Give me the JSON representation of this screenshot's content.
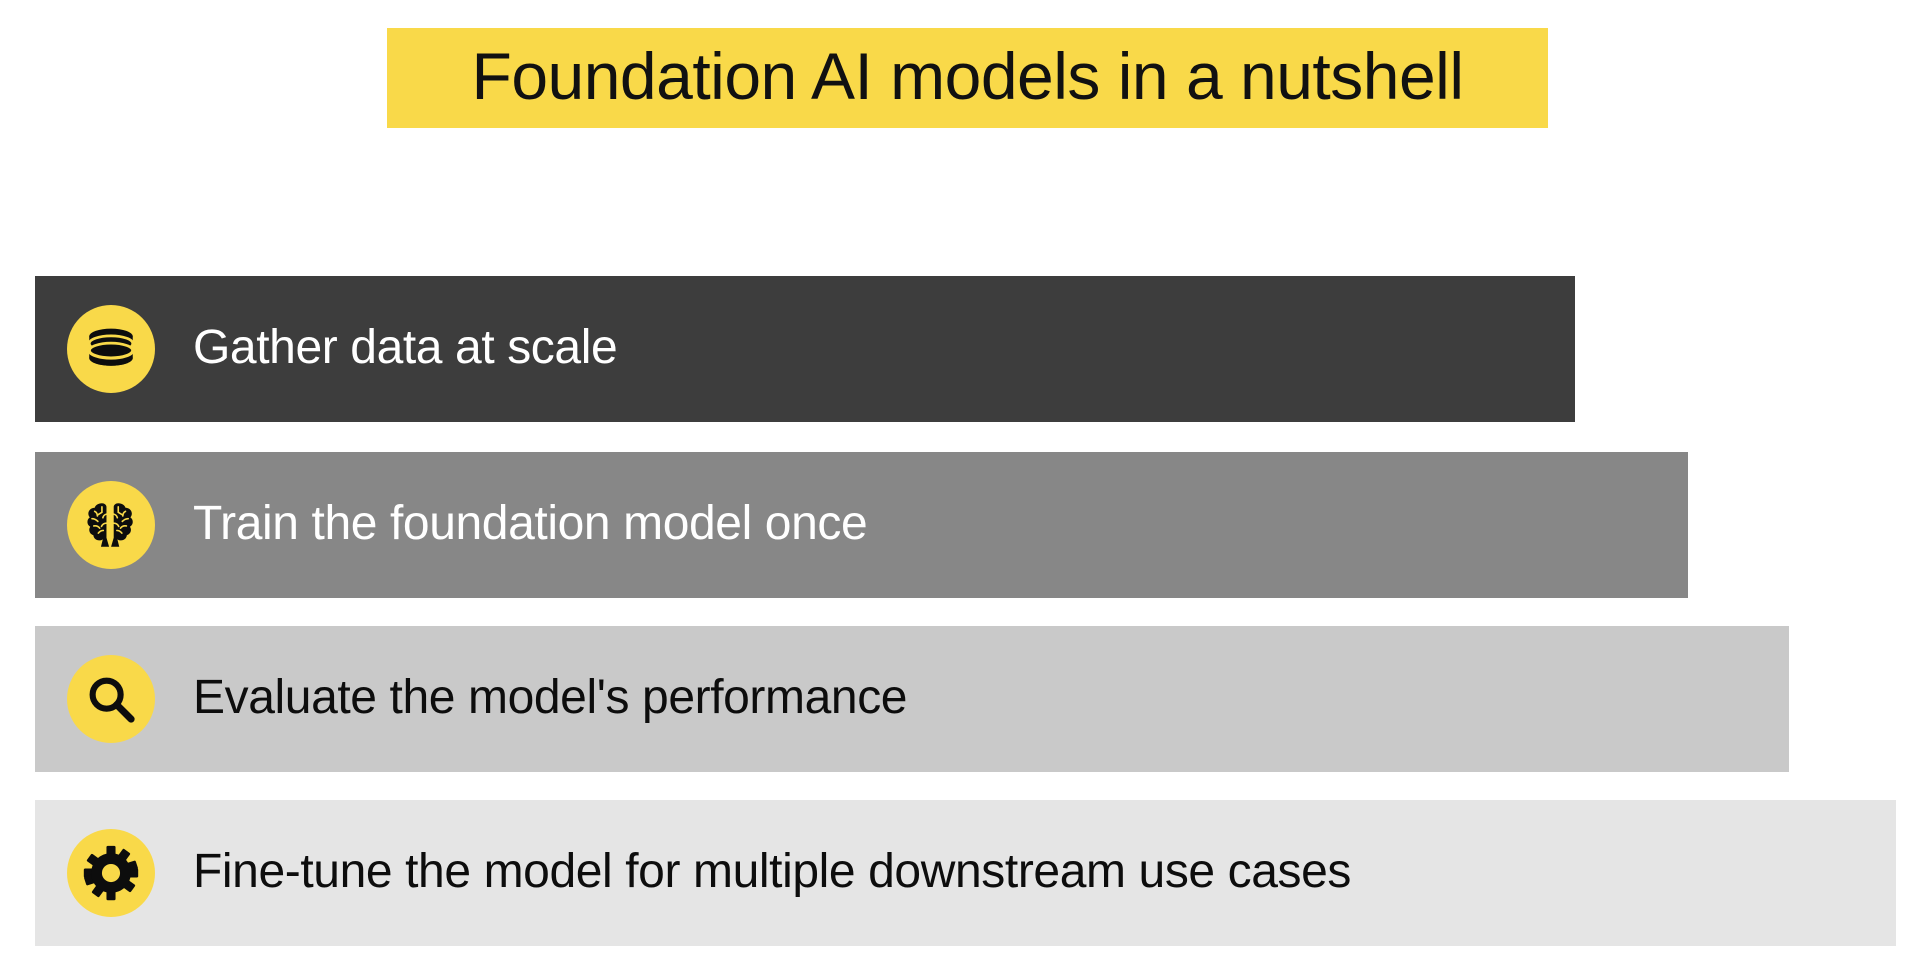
{
  "slide": {
    "title": "Foundation AI models in a nutshell",
    "title_highlight_color": "#F9D949",
    "background_color": "#FFFFFF",
    "icon_circle_color": "#F9D949"
  },
  "steps": [
    {
      "label": "Gather data at scale",
      "icon": "database-icon",
      "bar_color": "#3D3D3D",
      "text_color": "#FFFFFF"
    },
    {
      "label": "Train the foundation model once",
      "icon": "brain-icon",
      "bar_color": "#878787",
      "text_color": "#FFFFFF"
    },
    {
      "label": "Evaluate the model's performance",
      "icon": "magnifier-icon",
      "bar_color": "#C9C9C9",
      "text_color": "#0D0D0D"
    },
    {
      "label": "Fine-tune the model for multiple downstream use cases",
      "icon": "gear-icon",
      "bar_color": "#E5E5E5",
      "text_color": "#0D0D0D"
    }
  ]
}
